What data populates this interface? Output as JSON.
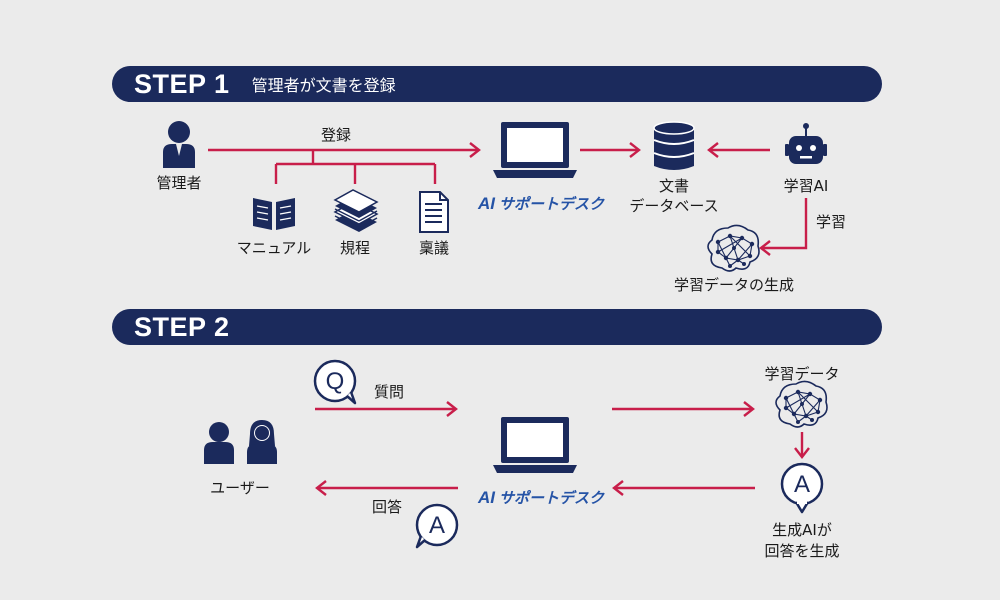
{
  "step1": {
    "label": "STEP 1",
    "subtitle": "管理者が文書を登録",
    "admin_label": "管理者",
    "register_label": "登録",
    "doc_manual": "マニュアル",
    "doc_rules": "規程",
    "doc_proposal": "稟議",
    "db_label_line1": "文書",
    "db_label_line2": "データベース",
    "robot_label": "学習AI",
    "learn_label": "学習",
    "generate_label": "学習データの生成"
  },
  "step2": {
    "label": "STEP 2",
    "users_label": "ユーザー",
    "question_label": "質問",
    "answer_label": "回答",
    "q_letter": "Q",
    "a_letter": "A",
    "learning_data_label": "学習データ",
    "ai_gen_line1": "生成AIが",
    "ai_gen_line2": "回答を生成"
  },
  "logo": {
    "ai": "AI",
    "name": "サポートデスク"
  },
  "colors": {
    "navy": "#1b2a5c",
    "arrow": "#c81e4a",
    "logo_blue": "#2553a6"
  }
}
